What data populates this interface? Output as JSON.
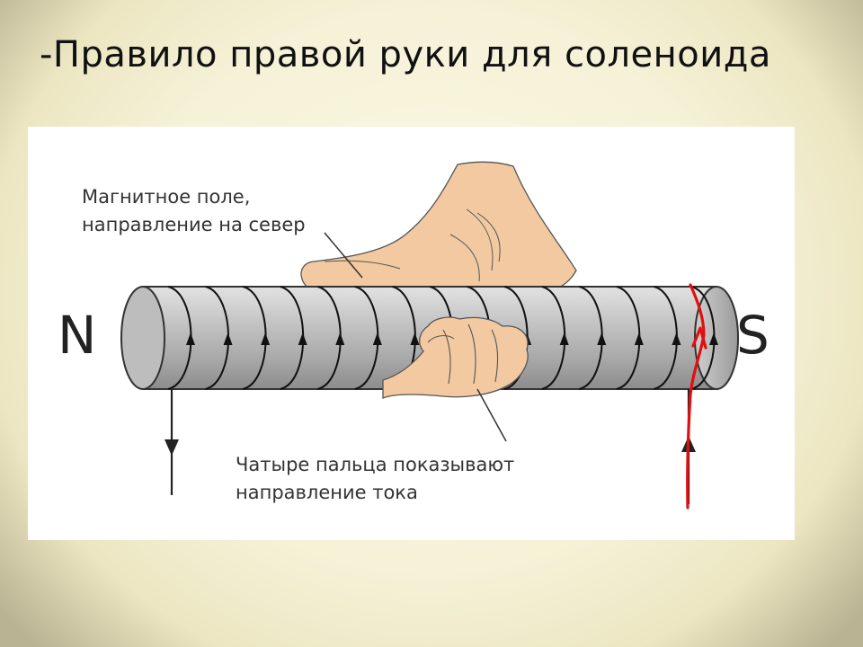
{
  "slide": {
    "title": "-Правило правой руки для соленоида"
  },
  "diagram": {
    "field_label_line1": "Магнитное поле,",
    "field_label_line2": "направление на север",
    "current_label_line1": "Чатыре пальца показывают",
    "current_label_line2": "направление тока",
    "pole_left": "N",
    "pole_right": "S",
    "coil_turns": 15,
    "colors": {
      "rod": "#b9b9b9",
      "coil": "#111111",
      "hand": "#f2c9a0",
      "annotation": "#e01010"
    }
  }
}
